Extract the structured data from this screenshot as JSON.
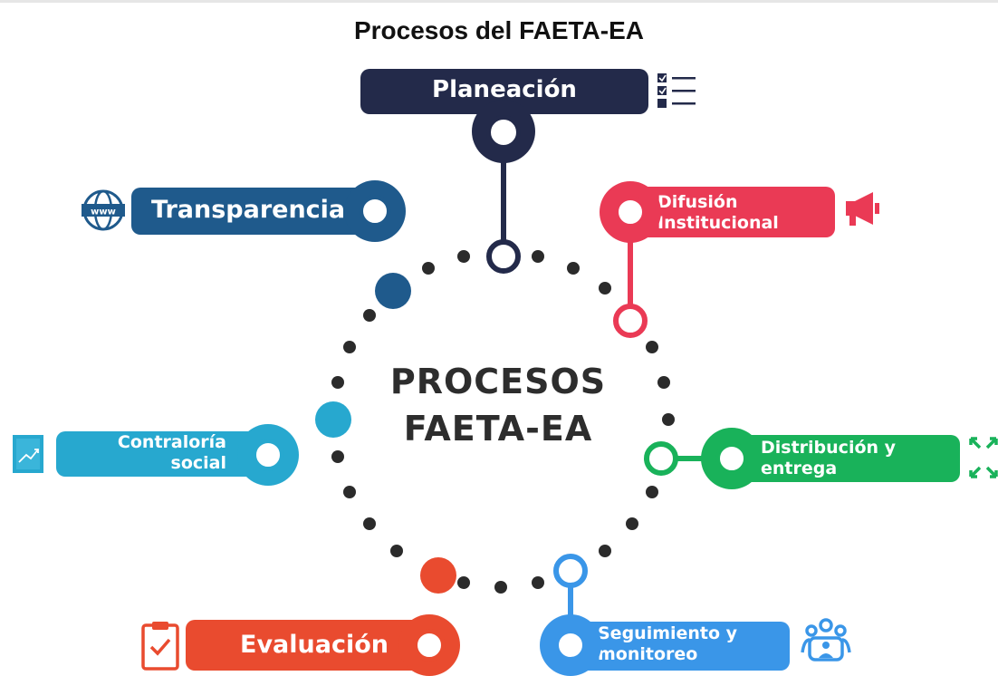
{
  "title": "Procesos del FAETA-EA",
  "center": {
    "line1": "PROCESOS",
    "line2": "FAETA-EA"
  },
  "processes": {
    "planeacion": {
      "label": "Planeación",
      "color": "#232a4a",
      "icon": "checklist-icon"
    },
    "transparencia": {
      "label": "Transparencia",
      "color": "#1f5a8c",
      "icon": "www-globe-icon"
    },
    "difusion": {
      "line1": "Difusión",
      "line2": "Institucional",
      "color": "#ea3a55",
      "icon": "megaphone-icon"
    },
    "contraloria": {
      "line1": "Contraloría",
      "line2": "social",
      "color": "#27a8cf",
      "icon": "growth-chart-icon"
    },
    "distribucion": {
      "line1": "Distribución y",
      "line2": "entrega",
      "color": "#19b25a",
      "icon": "expand-arrows-icon"
    },
    "seguimiento": {
      "line1": "Seguimiento y",
      "line2": "monitoreo",
      "color": "#3a96e8",
      "icon": "group-people-icon"
    },
    "evaluacion": {
      "label": "Evaluación",
      "color": "#e94b2f",
      "icon": "clipboard-check-icon"
    }
  }
}
